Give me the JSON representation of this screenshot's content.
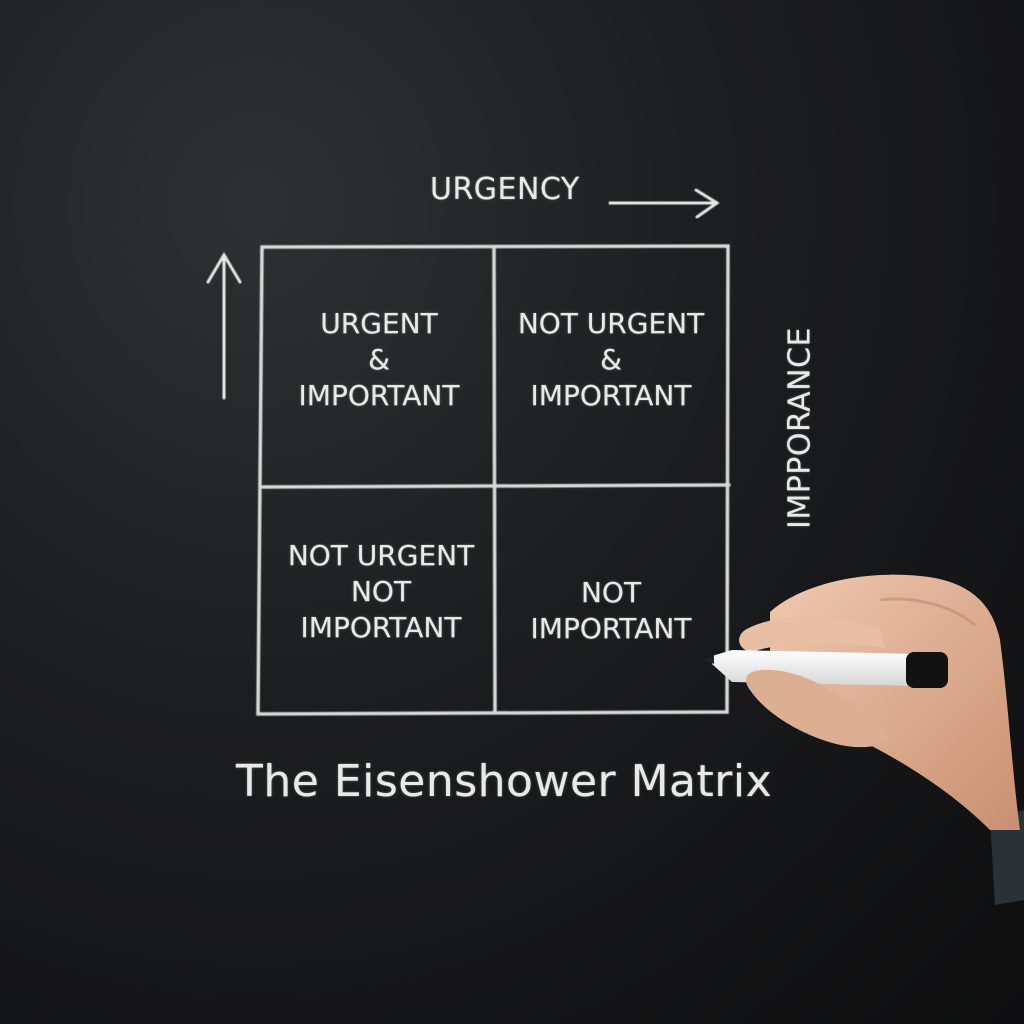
{
  "diagram": {
    "title": "The Eisenshower Matrix",
    "x_axis_label": "URGENCY",
    "y_axis_label": "IMPPORANCE",
    "quadrants": [
      {
        "lines": [
          "URGENT",
          "&",
          "IMPORTANT"
        ]
      },
      {
        "lines": [
          "NOT URGENT",
          "&",
          "IMPORTANT"
        ]
      },
      {
        "lines": [
          "NOT URGENT",
          "NOT",
          "IMPORTANT"
        ]
      },
      {
        "lines": [
          "NOT",
          "IMPORTANT"
        ]
      }
    ]
  },
  "colors": {
    "board": "#1c1d1f",
    "chalk": "#e9e9e6",
    "skin": "#e2b79d",
    "marker": "#f4f4f4",
    "marker_cap": "#111111"
  }
}
